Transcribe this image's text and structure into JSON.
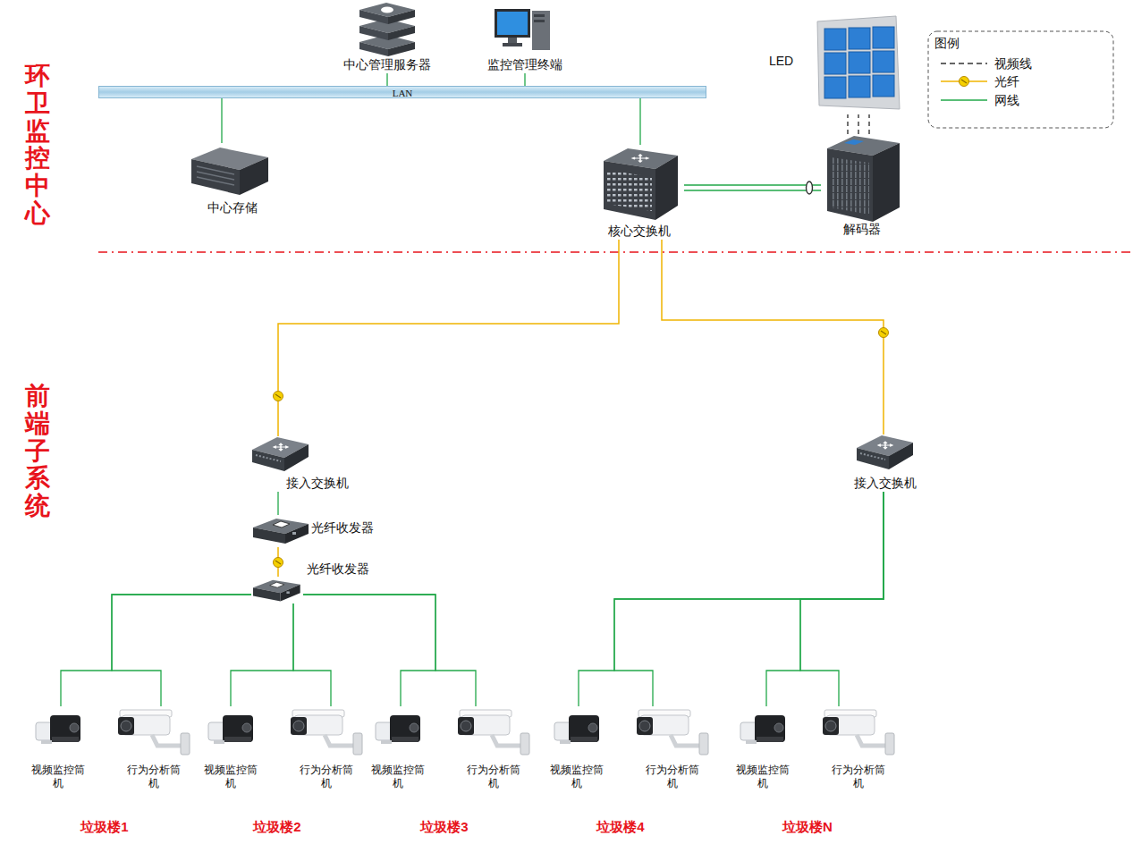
{
  "diagram": {
    "nodes": [
      {
        "text": [
          "中心管理服务器"
        ]
      },
      {
        "text": [
          "监控管理终端"
        ]
      },
      {
        "text": [
          "LED"
        ]
      },
      {
        "text": [
          "LAN"
        ]
      },
      {
        "text": [
          "中心存储"
        ]
      },
      {
        "text": [
          "核心交换机"
        ]
      },
      {
        "text": [
          "解码器"
        ]
      },
      {
        "text": [
          "接入交换机"
        ]
      },
      {
        "text": [
          "接入交换机"
        ]
      },
      {
        "text": [
          "光纤收发器"
        ]
      },
      {
        "text": [
          "光纤收发器"
        ]
      },
      {
        "text": [
          "视频监控筒机"
        ]
      },
      {
        "text": [
          "行为分析筒机"
        ]
      },
      {
        "text": [
          "视频监控筒机"
        ]
      },
      {
        "text": [
          "行为分析筒机"
        ]
      },
      {
        "text": [
          "视频监控筒机"
        ]
      },
      {
        "text": [
          "行为分析筒机"
        ]
      },
      {
        "text": [
          "视频监控筒机"
        ]
      },
      {
        "text": [
          "行为分析筒机"
        ]
      },
      {
        "text": [
          "视频监控筒机"
        ]
      },
      {
        "text": [
          "行为分析筒机"
        ]
      }
    ],
    "edges": [
      {
        "from": 0,
        "to": 3,
        "arrow": "none"
      },
      {
        "from": 1,
        "to": 3,
        "arrow": "none"
      },
      {
        "from": 4,
        "to": 3,
        "arrow": "none"
      },
      {
        "from": 5,
        "to": 3,
        "arrow": "none"
      },
      {
        "from": 5,
        "to": 6,
        "arrow": "none"
      },
      {
        "from": 6,
        "to": 2,
        "arrow": "none"
      },
      {
        "from": 5,
        "to": 7,
        "arrow": "none"
      },
      {
        "from": 5,
        "to": 8,
        "arrow": "none"
      },
      {
        "from": 7,
        "to": 9,
        "arrow": "none"
      },
      {
        "from": 9,
        "to": 10,
        "arrow": "none"
      },
      {
        "from": 10,
        "to": 11,
        "arrow": "none"
      },
      {
        "from": 10,
        "to": 12,
        "arrow": "none"
      },
      {
        "from": 10,
        "to": 13,
        "arrow": "none"
      },
      {
        "from": 10,
        "to": 14,
        "arrow": "none"
      },
      {
        "from": 10,
        "to": 15,
        "arrow": "none"
      },
      {
        "from": 10,
        "to": 16,
        "arrow": "none"
      },
      {
        "from": 8,
        "to": 17,
        "arrow": "none"
      },
      {
        "from": 8,
        "to": 18,
        "arrow": "none"
      },
      {
        "from": 8,
        "to": 19,
        "arrow": "none"
      },
      {
        "from": 8,
        "to": 20,
        "arrow": "none"
      }
    ],
    "labels": [
      "环卫监控中心",
      "前端子系统",
      "图例",
      "垃圾楼1",
      "垃圾楼2",
      "垃圾楼3",
      "垃圾楼4",
      "垃圾楼N"
    ],
    "legend": [
      {
        "text": "视频线"
      },
      {
        "text": "光纤"
      },
      {
        "text": "网线"
      }
    ]
  }
}
